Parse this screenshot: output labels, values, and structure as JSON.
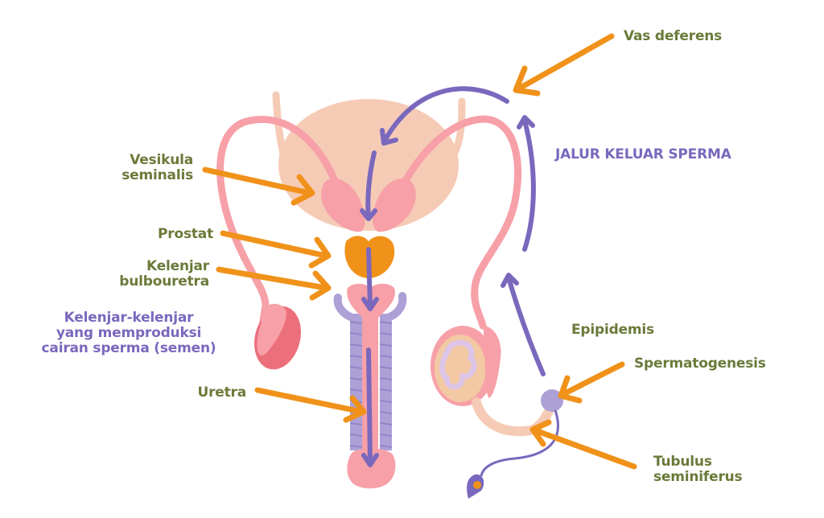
{
  "colors": {
    "label_green": "#6b7a3a",
    "label_purple": "#7a68bd",
    "arrow_orange": "#f0921a",
    "path_purple": "#7a68bd",
    "tube_pink": "#f7a0a8",
    "bladder_peach": "#f6cbb6",
    "prostate_orange": "#f0921a",
    "urethra_lavender": "#aca0d6",
    "testis_red": "#ec6f7c"
  },
  "labels": {
    "vas_deferens": "Vas deferens",
    "jalur": "JALUR KELUAR SPERMA",
    "vesikula": [
      "Vesikula",
      "seminalis"
    ],
    "prostat": "Prostat",
    "bulbouretra": [
      "Kelenjar",
      "bulbouretra"
    ],
    "kelenjar_semen": [
      "Kelenjar-kelenjar",
      "yang memproduksi",
      "cairan sperma (semen)"
    ],
    "uretra": "Uretra",
    "epipidemis": "Epipidemis",
    "spermatogenesis": "Spermatogenesis",
    "tubulus": [
      "Tubulus",
      "seminiferus"
    ]
  }
}
